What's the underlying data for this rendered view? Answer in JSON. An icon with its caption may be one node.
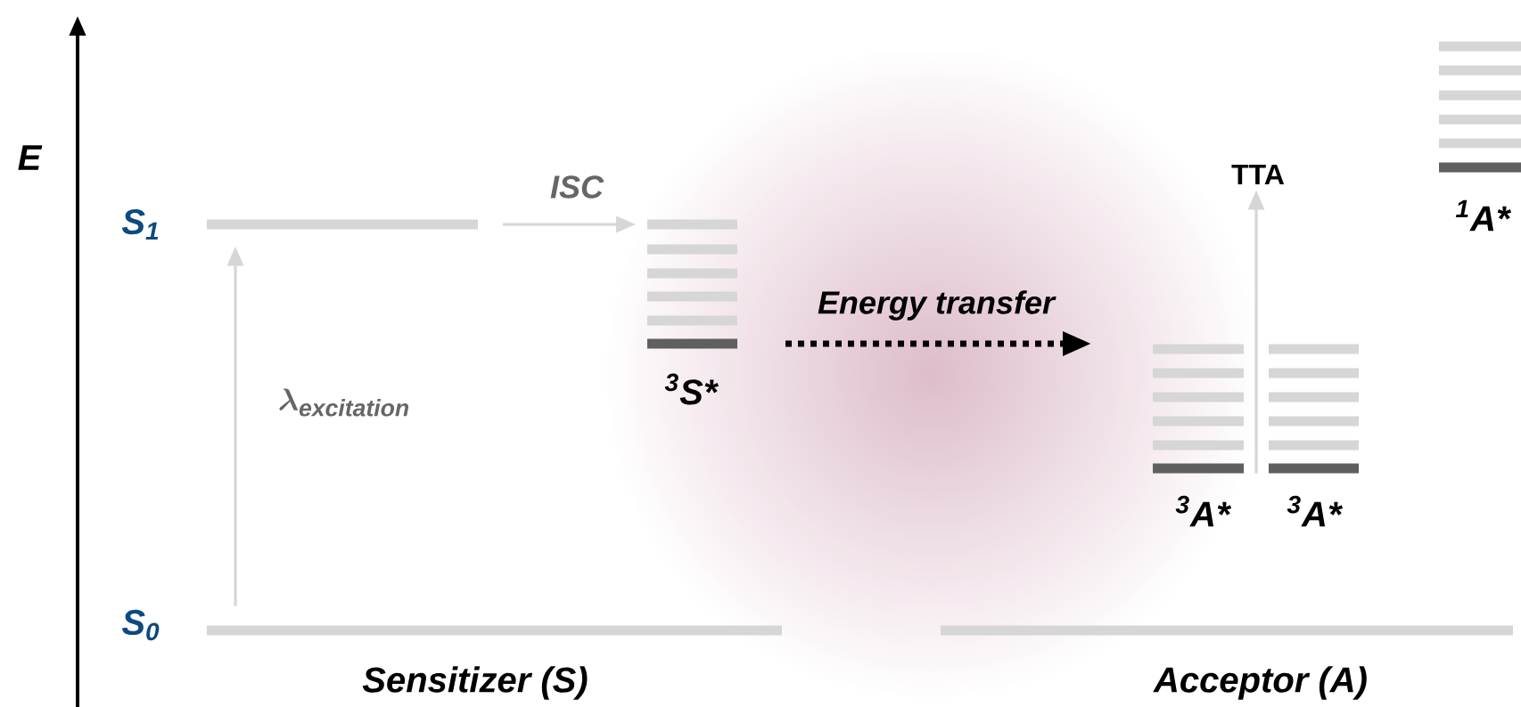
{
  "diagram": {
    "nodes": [
      {
        "text": [],
        "shape": "bar",
        "beside": [
          "S$_{1}$"
        ]
      },
      {
        "text": [],
        "shape": "bar",
        "beside": [
          "S$_{0}$",
          "Sensitizer (S)"
        ]
      },
      {
        "text": [],
        "shape": "bar",
        "beside": [
          "$^{3}$S*"
        ]
      },
      {
        "text": [],
        "shape": "bar",
        "beside": [
          "$^{3}$A*"
        ]
      },
      {
        "text": [],
        "shape": "bar",
        "beside": [
          "$^{3}$A*"
        ]
      },
      {
        "text": [
          "TTA"
        ]
      },
      {
        "text": [],
        "shape": "bar",
        "beside": [
          "$^{1}$A*"
        ]
      },
      {
        "text": [],
        "shape": "bar",
        "beside": [
          "Acceptor (A)"
        ]
      }
    ],
    "edges": [
      {
        "from": 1,
        "to": 0,
        "arrow": "to",
        "label": "\\lambda_{\\mathit{excitation}}"
      },
      {
        "from": 0,
        "to": 2,
        "arrow": "to",
        "label": "ISC"
      },
      {
        "from": 2,
        "to": 3,
        "arrow": "to",
        "label": "Energy transfer",
        "style": "dashed",
        "color": "#000000"
      },
      {
        "from": 3,
        "to": 5,
        "arrow": "to"
      },
      {
        "from": 4,
        "to": 5,
        "arrow": "to"
      }
    ],
    "labels": [
      "E"
    ]
  }
}
